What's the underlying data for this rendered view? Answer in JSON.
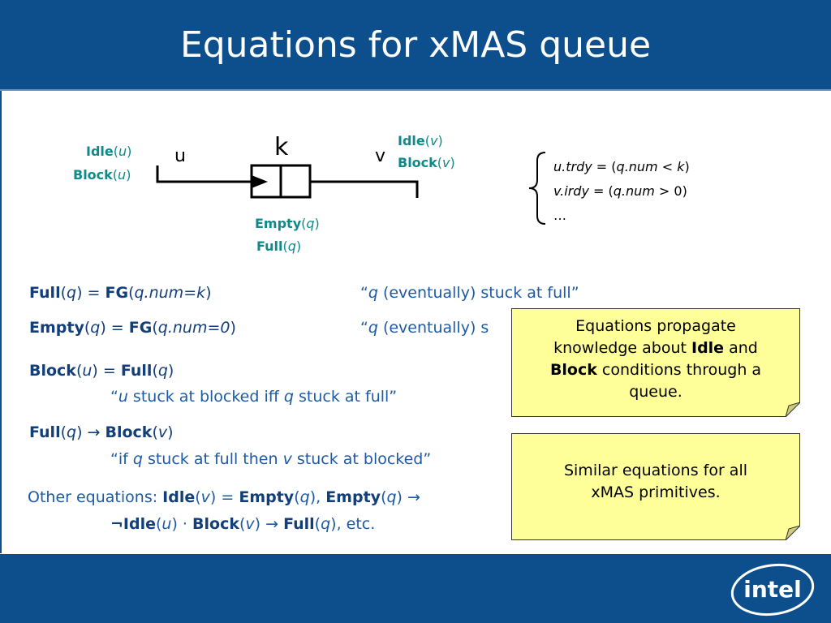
{
  "slide": {
    "title": "Equations for xMAS queue"
  },
  "diagram": {
    "label_u": "u",
    "label_k": "k",
    "label_v": "v",
    "idle_left": {
      "name": "Idle",
      "arg": "u"
    },
    "block_left": {
      "name": "Block",
      "arg": "u"
    },
    "idle_right": {
      "name": "Idle",
      "arg": "v"
    },
    "block_right": {
      "name": "Block",
      "arg": "v"
    },
    "empty_q": {
      "name": "Empty",
      "arg": "q"
    },
    "full_q": {
      "name": "Full",
      "arg": "q"
    },
    "open_paren": "(",
    "close_paren": ")"
  },
  "brace_list": {
    "line1": {
      "var": "u",
      "rest": ".trdy = (",
      "var2": "q",
      "rest2": ".num < ",
      "var3": "k",
      "close": ")"
    },
    "line2": {
      "var": "v",
      "rest": ".irdy = (",
      "var2": "q",
      "rest2": ".num > 0)"
    },
    "line3": "…"
  },
  "equations": {
    "eq1": {
      "lhs_name": "Full",
      "lhs_arg": "q",
      "equals": " = ",
      "op": "FG",
      "body": "q.num=k",
      "quote_open": "“",
      "quote_var": "q",
      "quote_text": " (eventually) stuck at full”"
    },
    "eq2": {
      "lhs_name": "Empty",
      "lhs_arg": "q",
      "equals": " = ",
      "op": "FG",
      "body": "q.num=0",
      "quote_open": "“",
      "quote_var": "q",
      "quote_text": " (eventually) s"
    },
    "eq3": {
      "lhs_name": "Block",
      "lhs_arg": "u",
      "equals": " = ",
      "rhs_name": "Full",
      "rhs_arg": "q",
      "desc_open": "“",
      "desc_var1": "u",
      "desc_mid": " stuck at blocked iff ",
      "desc_var2": "q",
      "desc_end": " stuck at full”"
    },
    "eq4": {
      "lhs_name": "Full",
      "lhs_arg": "q",
      "arrow": " → ",
      "rhs_name": "Block",
      "rhs_arg": "v",
      "desc_open": "“if ",
      "desc_var1": "q",
      "desc_mid": " stuck at full then ",
      "desc_var2": "v",
      "desc_end": " stuck at blocked”"
    },
    "other": {
      "prefix": "Other equations: ",
      "idle": "Idle",
      "v": "v",
      "eq": " = ",
      "empty": "Empty",
      "q": "q",
      "comma": ", ",
      "arrow_tail": " →",
      "line2_neg_idle": "¬Idle",
      "u": "u",
      "dot": " · ",
      "block": "Block",
      "arrow": " → ",
      "full": "Full",
      "etc": ", etc."
    }
  },
  "notes": {
    "note1": {
      "line1": "Equations propagate",
      "line2_pre": "knowledge about ",
      "line2_bold": "Idle",
      "line2_post": " and",
      "line3_bold": "Block",
      "line3_post": " conditions through a",
      "line4": "queue."
    },
    "note2": {
      "line1": "Similar equations for all",
      "line2": "xMAS primitives."
    }
  },
  "logo": {
    "text": "intel"
  },
  "colors": {
    "header_blue": "#0c4f8c",
    "teal": "#0f8a8a",
    "text_blue": "#1c5aa6",
    "note_yellow": "#ffff99"
  }
}
